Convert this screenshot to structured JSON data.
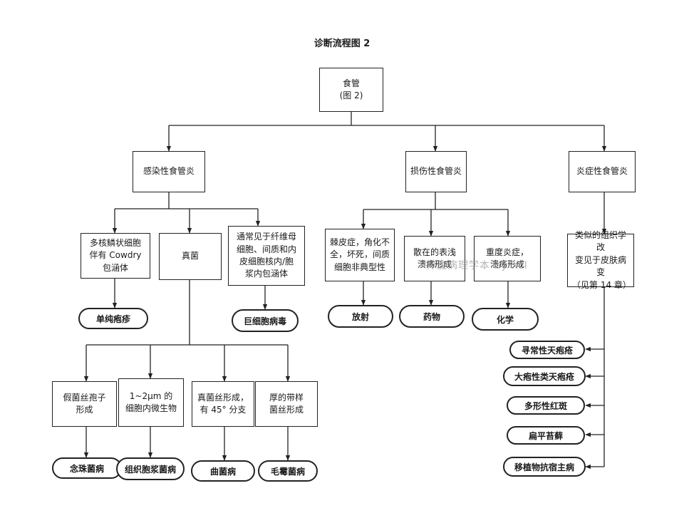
{
  "title": "诊断流程图 2",
  "nodes": {
    "root": "食管\n(图 2)",
    "infectious": "感染性食管炎",
    "injury": "损伤性食管炎",
    "inflammatory": "炎症性食管炎",
    "herpes_cells": "多核鳞状细胞\n伴有 Cowdry\n包涵体",
    "fungi": "真菌",
    "cmv_cells": "通常见于纤维母\n细胞、间质和内\n皮细胞核内/胞\n浆内包涵体",
    "radiation_features": "棘皮症，角化不\n全，坏死，间质\n细胞非典型性",
    "drug_features": "散在的表浅\n溃疡形成",
    "chemical_features": "重度炎症，\n溃疡形成",
    "skin_features": "类似的组织学改\n变见于皮肤病变\n（见第 14 章）",
    "pseudohyphae": "假菌丝孢子\n形成",
    "micro_organisms": "1~2μm 的\n细胞内微生物",
    "hyphae_45": "真菌丝形成，\n有 45° 分支",
    "ribbon_hyphae": "厚的带样\n菌丝形成"
  },
  "diagnoses": {
    "herpes": "单纯疱疹",
    "cmv": "巨细胞病毒",
    "radiation": "放射",
    "drug": "药物",
    "chemical": "化学",
    "pemphigus": "寻常性天疱疮",
    "bullous_pemphigoid": "大疱性类天疱疮",
    "erythema_multiforme": "多形性红斑",
    "lichen_planus": "扁平苔藓",
    "gvhd": "移植物抗宿主病",
    "candidiasis": "念珠菌病",
    "histoplasmosis": "组织胞浆菌病",
    "aspergillosis": "曲菌病",
    "mucormycosis": "毛霉菌病"
  },
  "watermark": "神魔病理学本 by xcl"
}
